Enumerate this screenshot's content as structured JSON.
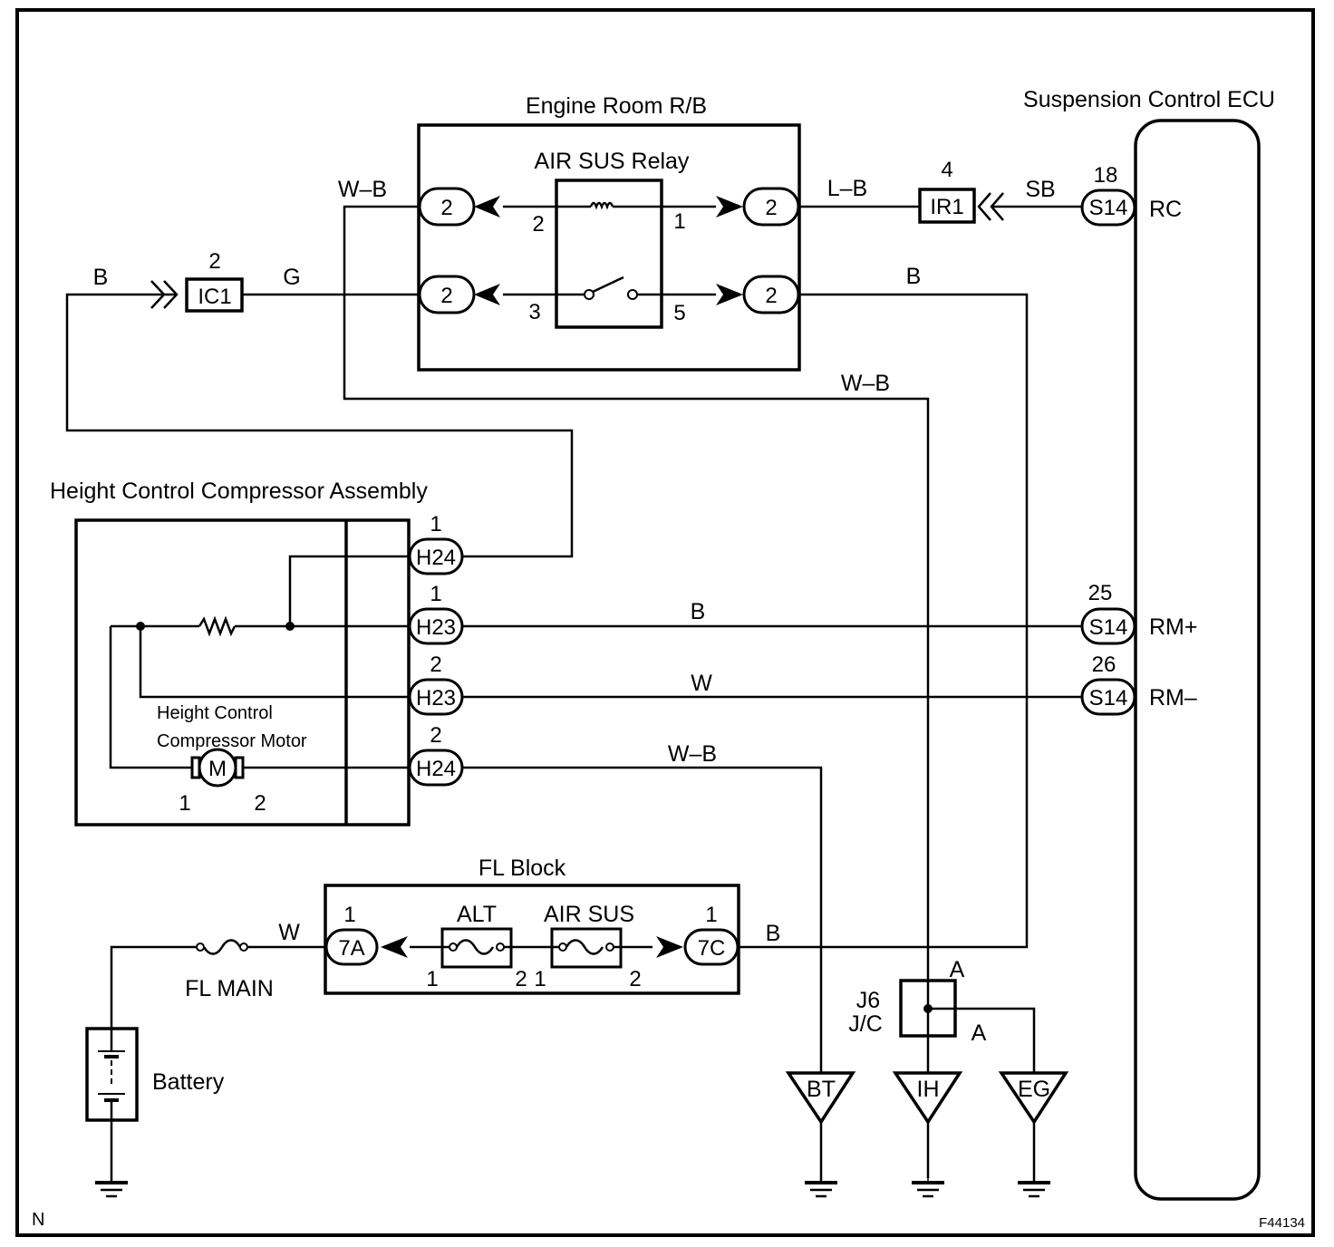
{
  "diagram": {
    "title_code": "F44134",
    "corner_mark": "N",
    "components": {
      "engine_room_rb": {
        "label": "Engine Room R/B"
      },
      "air_sus_relay": {
        "label": "AIR SUS Relay",
        "pins": {
          "coil_left": "2",
          "coil_right": "1",
          "switch_left": "3",
          "switch_right": "5"
        },
        "connectors": [
          "2",
          "2",
          "2",
          "2"
        ]
      },
      "suspension_ecu": {
        "label": "Suspension Control ECU",
        "terminals": [
          {
            "name": "RC",
            "connector": "S14",
            "pin": "18"
          },
          {
            "name": "RM+",
            "connector": "S14",
            "pin": "25"
          },
          {
            "name": "RM–",
            "connector": "S14",
            "pin": "26"
          }
        ]
      },
      "ir1": {
        "connector": "IR1",
        "pin": "4"
      },
      "ic1": {
        "connector": "IC1",
        "pin": "2"
      },
      "compressor_assembly": {
        "label": "Height Control Compressor Assembly",
        "motor_label_line1": "Height Control",
        "motor_label_line2": "Compressor Motor",
        "motor_symbol": "M",
        "motor_pins": [
          "1",
          "2"
        ],
        "connectors": [
          {
            "connector": "H24",
            "pin": "1"
          },
          {
            "connector": "H23",
            "pin": "1"
          },
          {
            "connector": "H23",
            "pin": "2"
          },
          {
            "connector": "H24",
            "pin": "2"
          }
        ]
      },
      "fl_block": {
        "label": "FL Block",
        "fuses": [
          {
            "label": "ALT",
            "pins": [
              "1",
              "2"
            ]
          },
          {
            "label": "AIR SUS",
            "pins": [
              "1",
              "2"
            ]
          }
        ],
        "connectors": [
          {
            "connector": "7A",
            "pin": "1"
          },
          {
            "connector": "7C",
            "pin": "1"
          }
        ]
      },
      "fl_main": {
        "label": "FL MAIN"
      },
      "battery": {
        "label": "Battery"
      },
      "junction": {
        "label_line1": "J6",
        "label_line2": "J/C",
        "pin_top": "A",
        "pin_bottom": "A"
      },
      "grounds": [
        "BT",
        "IH",
        "EG"
      ]
    },
    "wires": {
      "wb_top": "W–B",
      "lb": "L–B",
      "sb": "SB",
      "b_left": "B",
      "g": "G",
      "b_relay_out": "B",
      "wb_mid": "W–B",
      "rm_plus": "B",
      "rm_minus": "W",
      "motor_ground": "W–B",
      "fl_in": "W",
      "fl_out": "B"
    }
  }
}
